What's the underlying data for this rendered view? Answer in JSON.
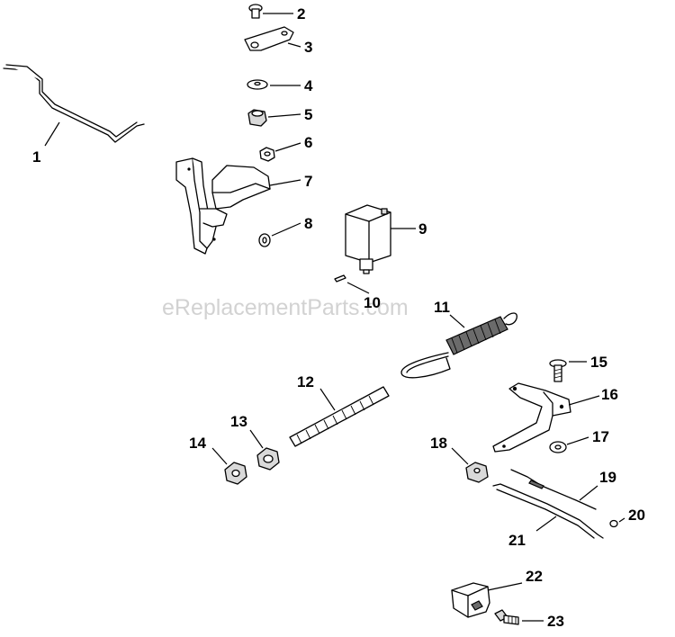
{
  "watermark": "eReplacementParts.com",
  "callouts": {
    "c1": "1",
    "c2": "2",
    "c3": "3",
    "c4": "4",
    "c5": "5",
    "c6": "6",
    "c7": "7",
    "c8": "8",
    "c9": "9",
    "c10": "10",
    "c11": "11",
    "c12": "12",
    "c13": "13",
    "c14": "14",
    "c15": "15",
    "c16": "16",
    "c17": "17",
    "c18": "18",
    "c19": "19",
    "c20": "20",
    "c21": "21",
    "c22": "22",
    "c23": "23"
  }
}
